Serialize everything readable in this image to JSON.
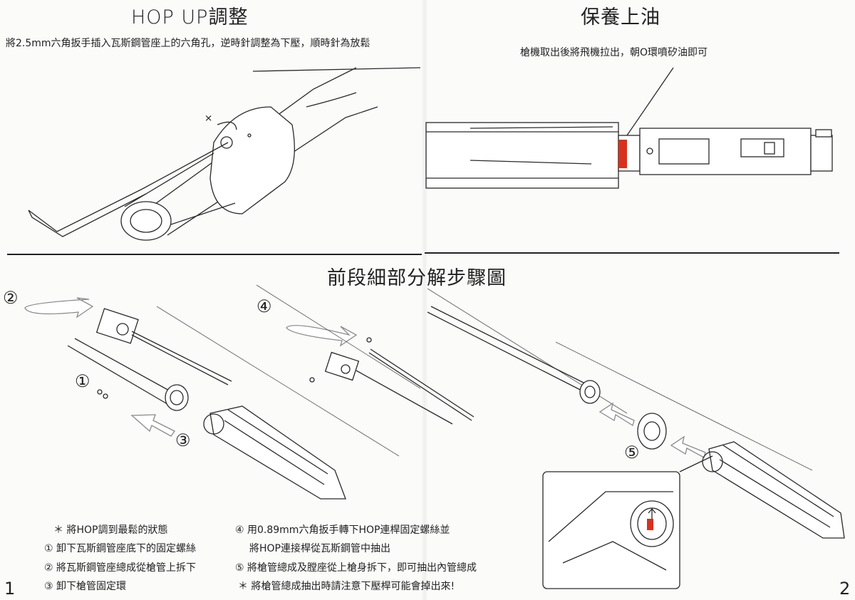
{
  "hop": {
    "title": "HOP UP調整",
    "instruction": "將2.5mm六角扳手插入瓦斯鋼管座上的六角孔，逆時針調整為下壓，順時針為放鬆",
    "x_mark": "×"
  },
  "maintenance": {
    "title": "保養上油",
    "instruction": "槍機取出後將飛機拉出，朝O環噴矽油即可",
    "accent_color": "#d9301e"
  },
  "disassembly": {
    "title": "前段細部分解步驟圖",
    "markers": {
      "m1": "①",
      "m2": "②",
      "m3": "③",
      "m4": "④",
      "m5": "⑤"
    },
    "steps_left": [
      "＊ 將HOP調到最鬆的狀態",
      "① 卸下瓦斯鋼管座底下的固定螺絲",
      "② 將瓦斯鋼管座總成從槍管上拆下",
      "③ 卸下槍管固定環"
    ],
    "steps_right": [
      "④ 用0.89mm六角扳手轉下HOP連桿固定螺絲並",
      "將HOP連接桿從瓦斯鋼管中抽出",
      "⑤ 將槍管總成及膛座從上槍身拆下，即可抽出內管總成",
      "＊ 將槍管總成抽出時請注意下壓桿可能會掉出來!"
    ]
  },
  "pages": {
    "left": "1",
    "right": "2"
  }
}
